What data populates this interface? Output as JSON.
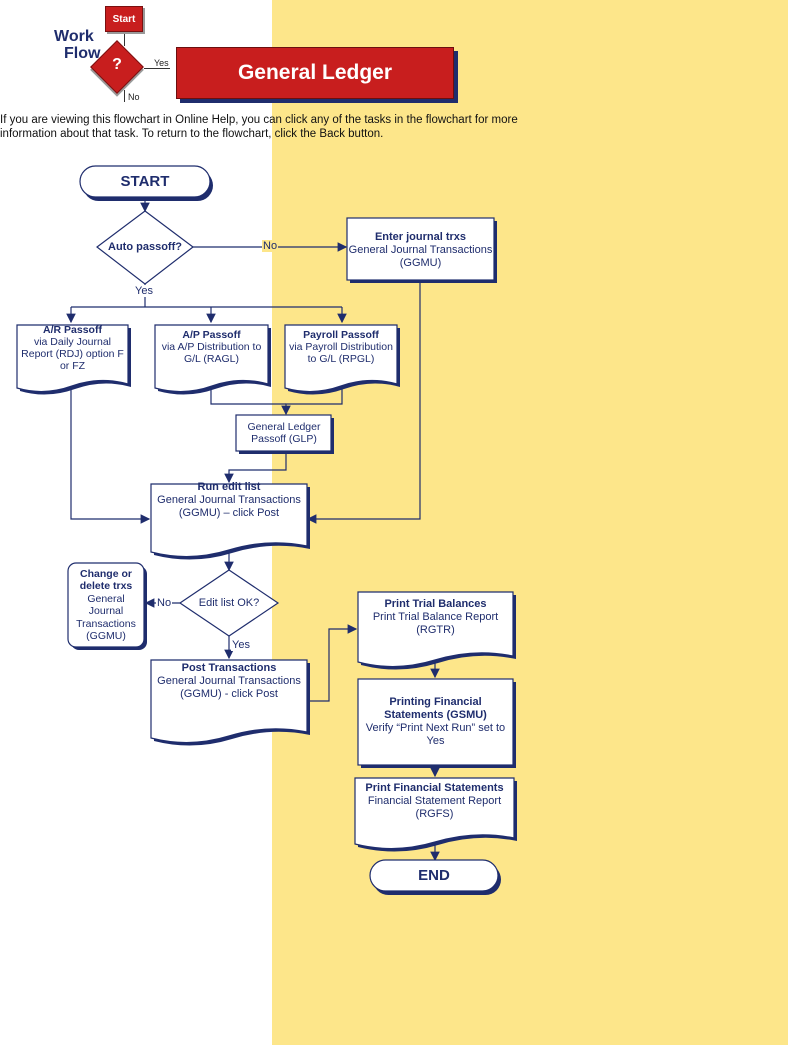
{
  "logo": {
    "work": "Work",
    "flow": "Flow",
    "start": "Start",
    "question": "?",
    "yes": "Yes",
    "no": "No"
  },
  "title": "General Ledger",
  "intro": "If you are viewing this flowchart in Online Help, you can click any of the tasks in the flowchart for more information about that task. To return to the flowchart, click the Back button.",
  "colors": {
    "panel": "#fde68a",
    "banner": "#c81e1e",
    "ink": "#1f2d6d"
  },
  "nodes": {
    "start": "START",
    "auto_passoff": "Auto passoff?",
    "enter_journal": {
      "title": "Enter journal trxs",
      "text": "General Journal Transactions (GGMU)"
    },
    "ar_passoff": {
      "title": "A/R Passoff",
      "text": "via Daily Journal Report (RDJ) option F or FZ"
    },
    "ap_passoff": {
      "title": "A/P Passoff",
      "text": "via A/P Distribution to G/L (RAGL)"
    },
    "payroll_passoff": {
      "title": "Payroll Passoff",
      "text": "via Payroll Distribution to G/L (RPGL)"
    },
    "glp": "General Ledger Passoff (GLP)",
    "run_edit_list": {
      "title": "Run edit list",
      "text": "General Journal Transactions (GGMU) – click Post"
    },
    "change_delete": {
      "title": "Change or delete trxs",
      "text": "General Journal Transactions (GGMU)"
    },
    "edit_list_ok": "Edit list OK?",
    "post_transactions": {
      "title": "Post Transactions",
      "text": "General Journal Transactions (GGMU) - click Post"
    },
    "print_trial": {
      "title": "Print Trial Balances",
      "text": "Print Trial Balance Report (RGTR)"
    },
    "printing_fs": {
      "title": "Printing Financial Statements (GSMU)",
      "text": "Verify “Print Next Run” set to Yes"
    },
    "print_fs": {
      "title": "Print Financial Statements",
      "text": "Financial Statement Report (RGFS)"
    },
    "end": "END"
  },
  "edges": {
    "no1": "No",
    "yes1": "Yes",
    "no2": "No",
    "yes2": "Yes"
  }
}
